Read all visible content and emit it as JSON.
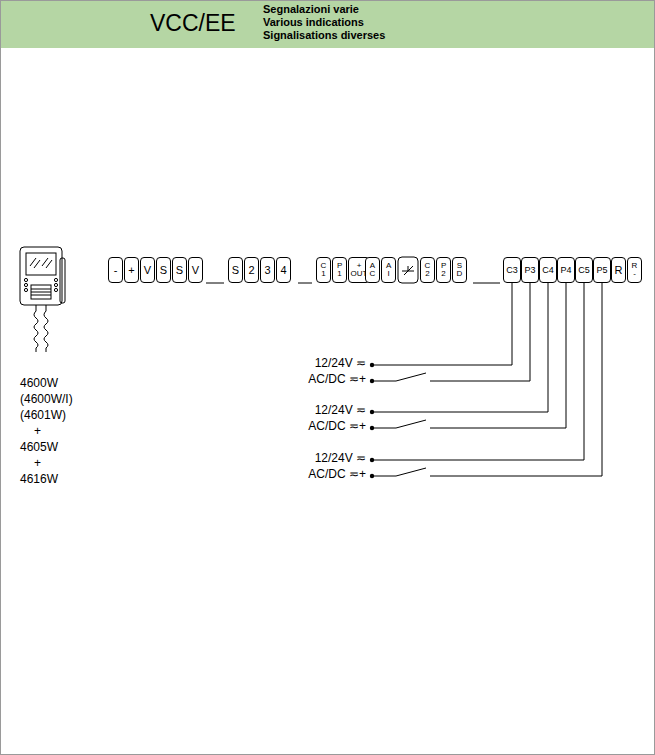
{
  "diagram": {
    "title": "VCC/EE",
    "nodes": [
      {
        "text": [
          "-"
        ]
      },
      {
        "text": [
          "+"
        ]
      },
      {
        "text": [
          "V"
        ]
      },
      {
        "text": [
          "S"
        ]
      },
      {
        "text": [
          "S"
        ]
      },
      {
        "text": [
          "V"
        ]
      },
      {
        "text": [
          "S"
        ]
      },
      {
        "text": [
          "2"
        ]
      },
      {
        "text": [
          "3"
        ]
      },
      {
        "text": [
          "4"
        ]
      },
      {
        "text": [
          "C 1"
        ]
      },
      {
        "text": [
          "P 1"
        ]
      },
      {
        "text": [
          "+ OUT"
        ]
      },
      {
        "text": [
          "A C"
        ]
      },
      {
        "text": [
          "A I"
        ]
      },
      {
        "text": [
          "C 2"
        ]
      },
      {
        "text": [
          "P 2"
        ]
      },
      {
        "text": [
          "S D"
        ]
      },
      {
        "text": [
          "C3"
        ]
      },
      {
        "text": [
          "P3"
        ]
      },
      {
        "text": [
          "C4"
        ]
      },
      {
        "text": [
          "P4"
        ]
      },
      {
        "text": [
          "C5"
        ]
      },
      {
        "text": [
          "P5"
        ]
      },
      {
        "text": [
          "R"
        ]
      },
      {
        "text": [
          "R -"
        ]
      }
    ],
    "labels": [
      "Segnalazioni varie",
      "Various indications",
      "Signalisations diverses",
      "4600W",
      "(4600W/I)",
      "(4601W)",
      "+",
      "4605W",
      "+",
      "4616W",
      "12/24V ≂",
      "AC/DC ≂+",
      "12/24V ≂",
      "AC/DC ≂+",
      "12/24V ≂",
      "AC/DC ≂+"
    ]
  }
}
